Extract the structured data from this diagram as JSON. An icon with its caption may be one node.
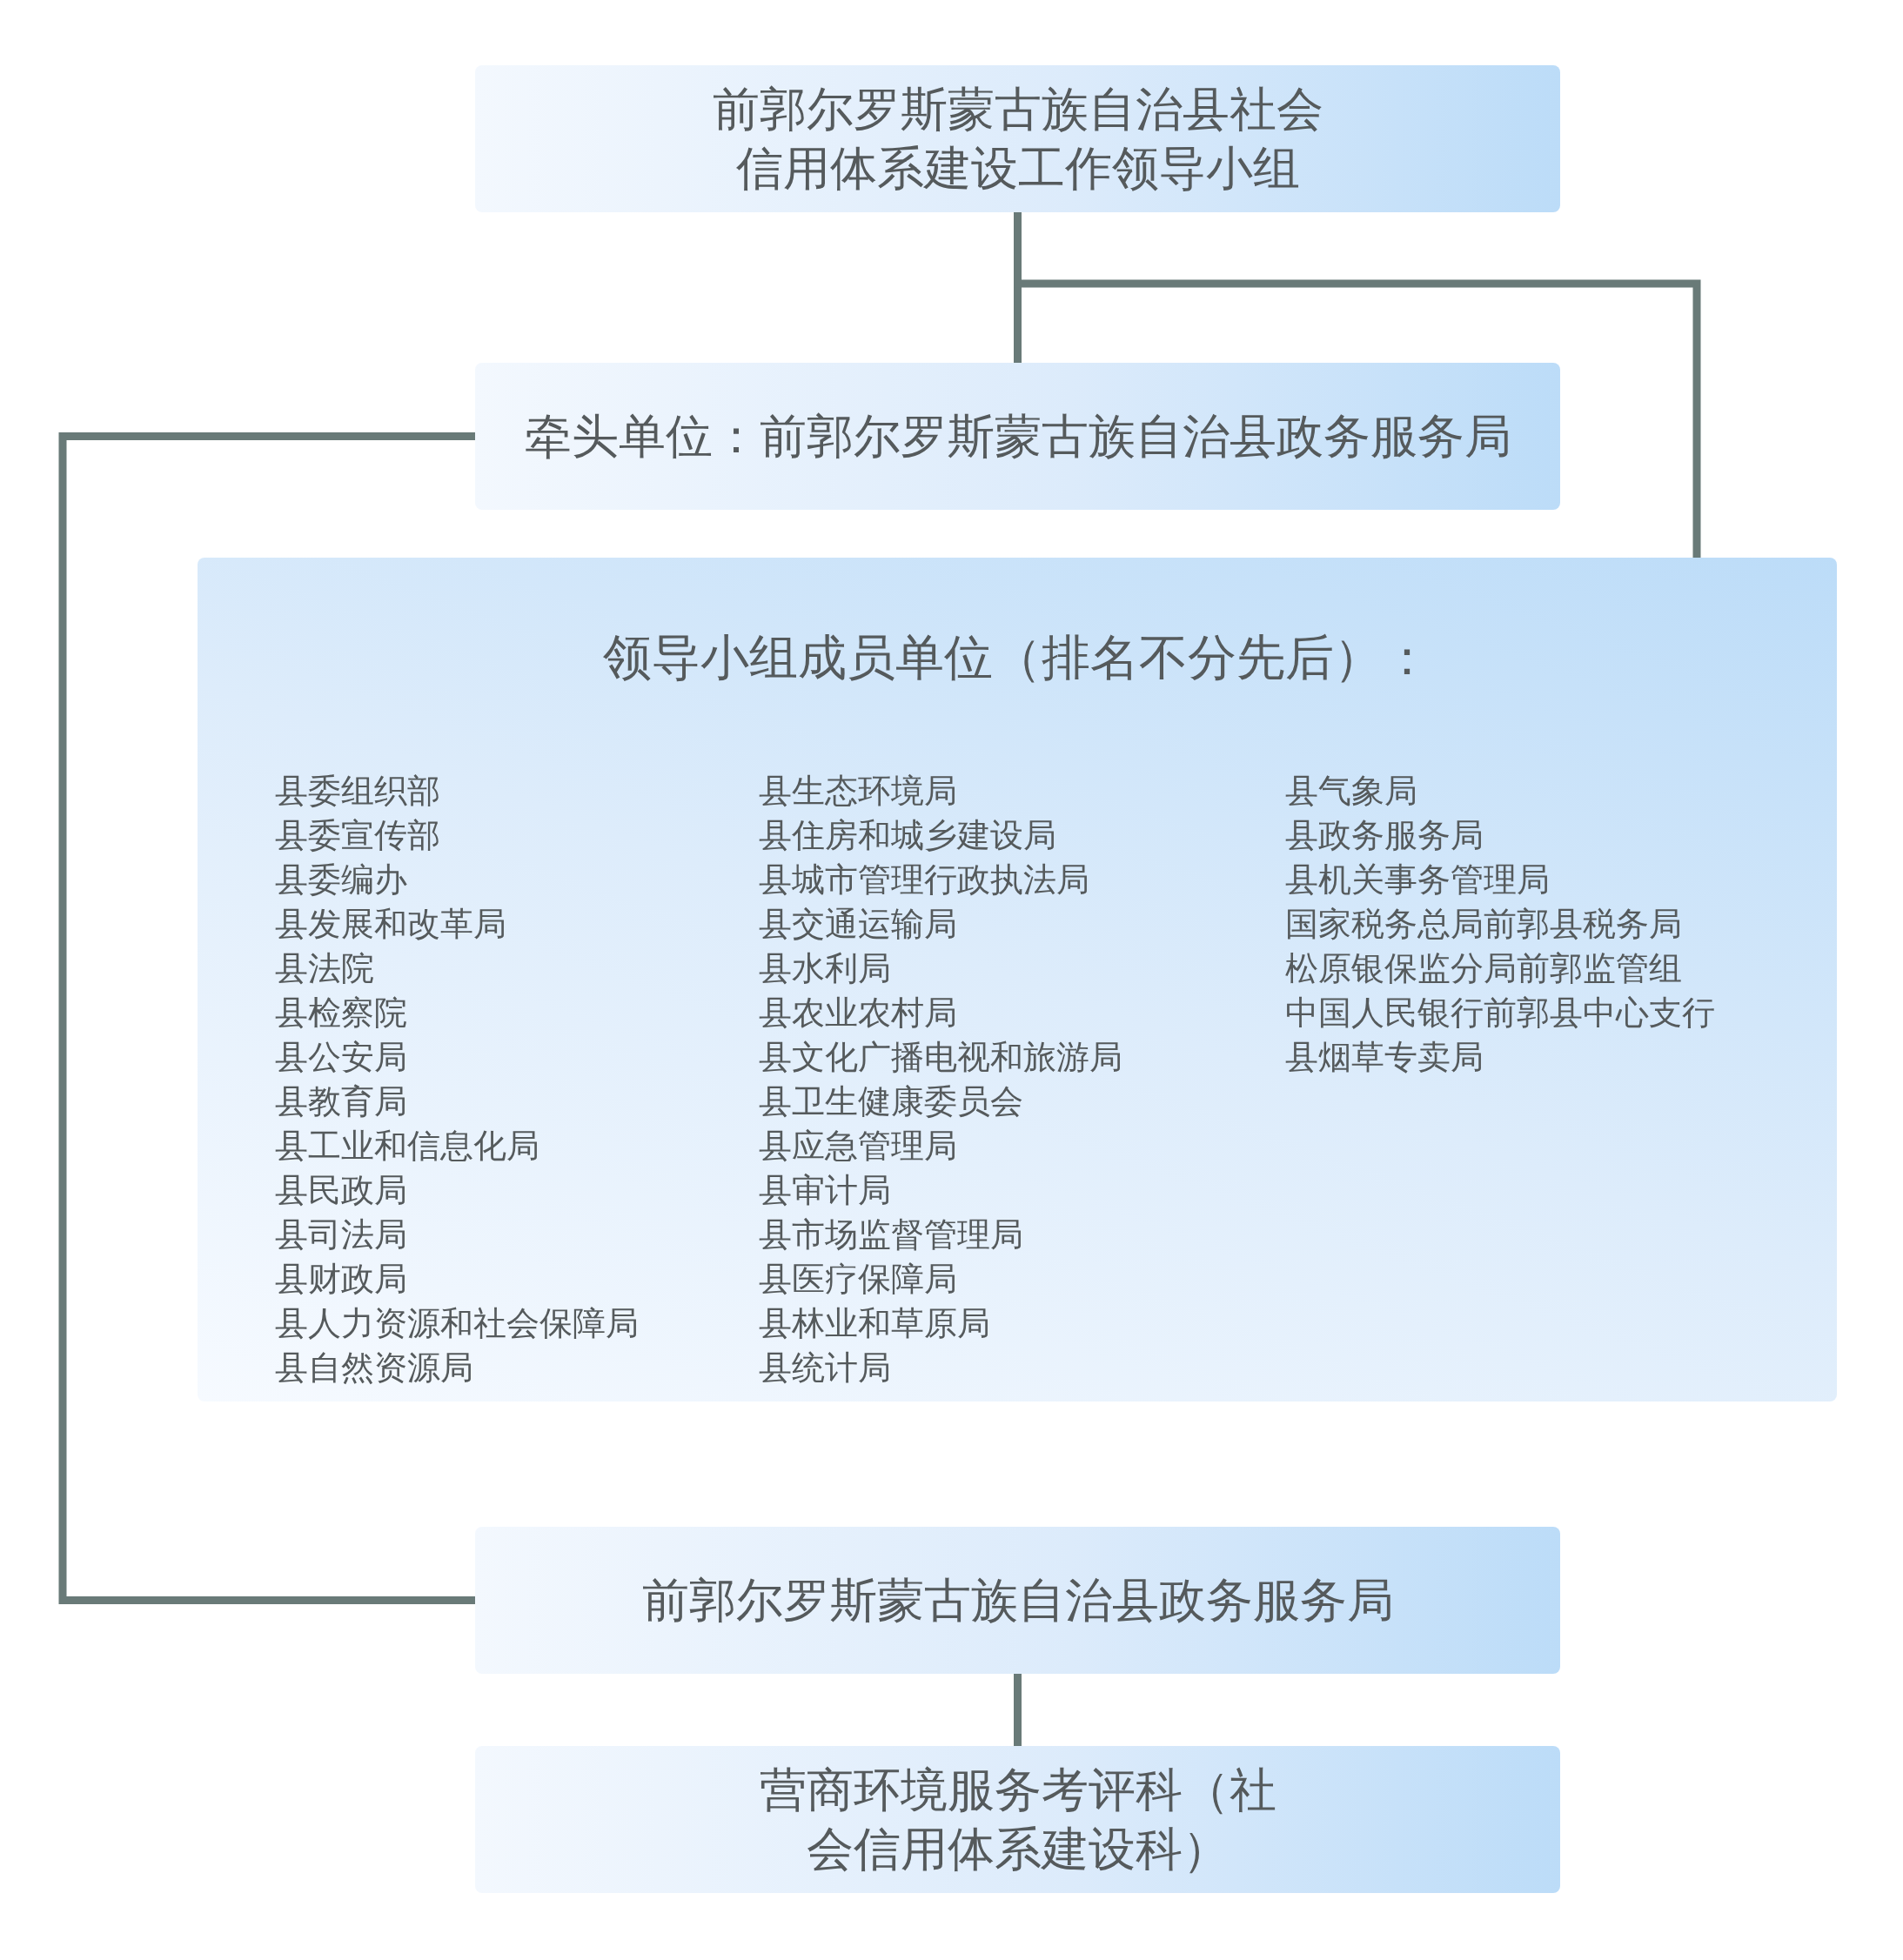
{
  "diagram": {
    "nodes": [
      {
        "text": [
          "前郭尔罗斯蒙古族自治县社会信用体系建设工作领导小组"
        ]
      },
      {
        "text": [
          "牵头单位：前郭尔罗斯蒙古族自治县政务服务局"
        ]
      },
      {
        "text": [
          "领导小组成员单位（排名不分先后）：",
          "县委组织部",
          "县委宣传部",
          "县委编办",
          "县发展和改革局",
          "县法院",
          "县检察院",
          "县公安局",
          "县教育局",
          "县工业和信息化局",
          "县民政局",
          "县司法局",
          "县财政局",
          "县人力资源和社会保障局",
          "县自然资源局",
          "县生态环境局",
          "县住房和城乡建设局",
          "县城市管理行政执法局",
          "县交通运输局",
          "县水利局",
          "县农业农村局",
          "县文化广播电视和旅游局",
          "县卫生健康委员会",
          "县应急管理局",
          "县审计局",
          "县市场监督管理局",
          "县医疗保障局",
          "县林业和草原局",
          "县统计局",
          "县气象局",
          "县政务服务局",
          "县机关事务管理局",
          "国家税务总局前郭县税务局",
          "松原银保监分局前郭监管组",
          "中国人民银行前郭县中心支行",
          "县烟草专卖局"
        ]
      },
      {
        "text": [
          "前郭尔罗斯蒙古族自治县政务服务局"
        ]
      },
      {
        "text": [
          "营商环境服务考评科（社会信用体系建设科）"
        ]
      }
    ],
    "edges": [
      {
        "from": 0,
        "to": 1,
        "arrow": "none"
      },
      {
        "from": 0,
        "to": 2,
        "arrow": "none"
      },
      {
        "from": 1,
        "to": 3,
        "arrow": "none"
      },
      {
        "from": 3,
        "to": 4,
        "arrow": "none"
      }
    ]
  }
}
